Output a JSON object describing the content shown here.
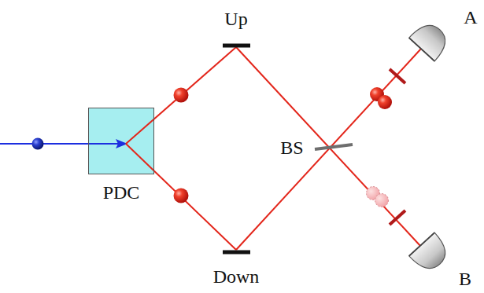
{
  "diagram": {
    "nodes": [
      {
        "text": [
          "PDC"
        ]
      }
    ],
    "labels": [
      "Up",
      "A",
      "BS",
      "Down",
      "B"
    ]
  }
}
